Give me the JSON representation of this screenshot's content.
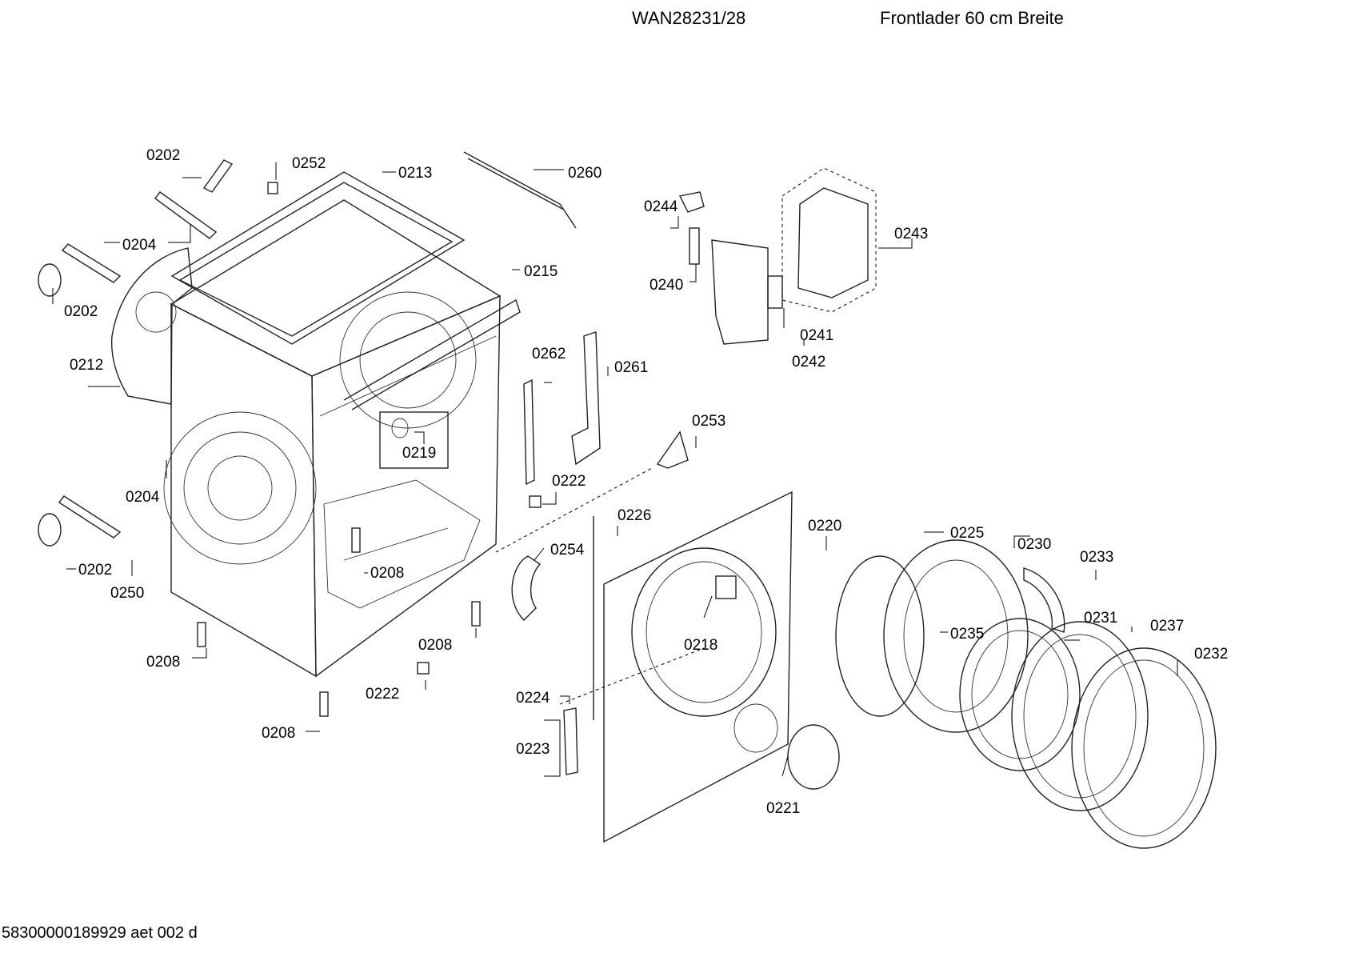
{
  "header": {
    "model": "WAN28231/28",
    "description": "Frontlader 60 cm Breite"
  },
  "footer": {
    "doc_id": "58300000189929 aet 002 d"
  },
  "labels": {
    "l0202a": "0202",
    "l0252": "0252",
    "l0213": "0213",
    "l0260": "0260",
    "l0204a": "0204",
    "l0202b": "0202",
    "l0215": "0215",
    "l0212": "0212",
    "l0262": "0262",
    "l0261": "0261",
    "l0219": "0219",
    "l0253": "0253",
    "l0204b": "0204",
    "l0222a": "0222",
    "l0202c": "0202",
    "l0250": "0250",
    "l0208a": "0208",
    "l0226": "0226",
    "l0254": "0254",
    "l0208b": "0208",
    "l0208c": "0208",
    "l0222b": "0222",
    "l0208d": "0208",
    "l0224": "0224",
    "l0223": "0223",
    "l0218": "0218",
    "l0220": "0220",
    "l0221": "0221",
    "l0225": "0225",
    "l0230": "0230",
    "l0233": "0233",
    "l0235": "0235",
    "l0231": "0231",
    "l0237": "0237",
    "l0232": "0232",
    "l0244": "0244",
    "l0240": "0240",
    "l0243": "0243",
    "l0241": "0241",
    "l0242": "0242"
  }
}
